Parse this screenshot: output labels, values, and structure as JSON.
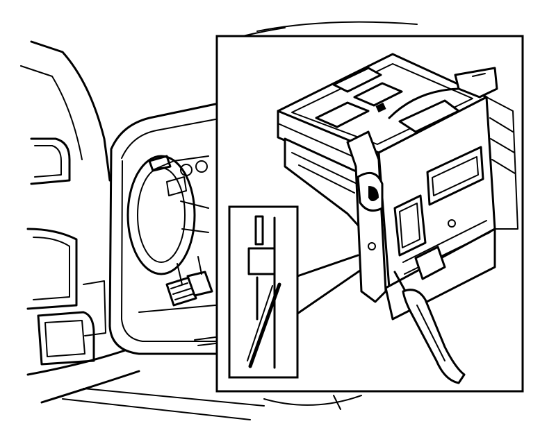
{
  "figure": {
    "type": "technical-line-illustration",
    "background_color": "#ffffff",
    "line_color": "#000000",
    "panels": [
      "vehicle-interior-overview",
      "module-removal-callout",
      "latch-detail-inset"
    ]
  }
}
